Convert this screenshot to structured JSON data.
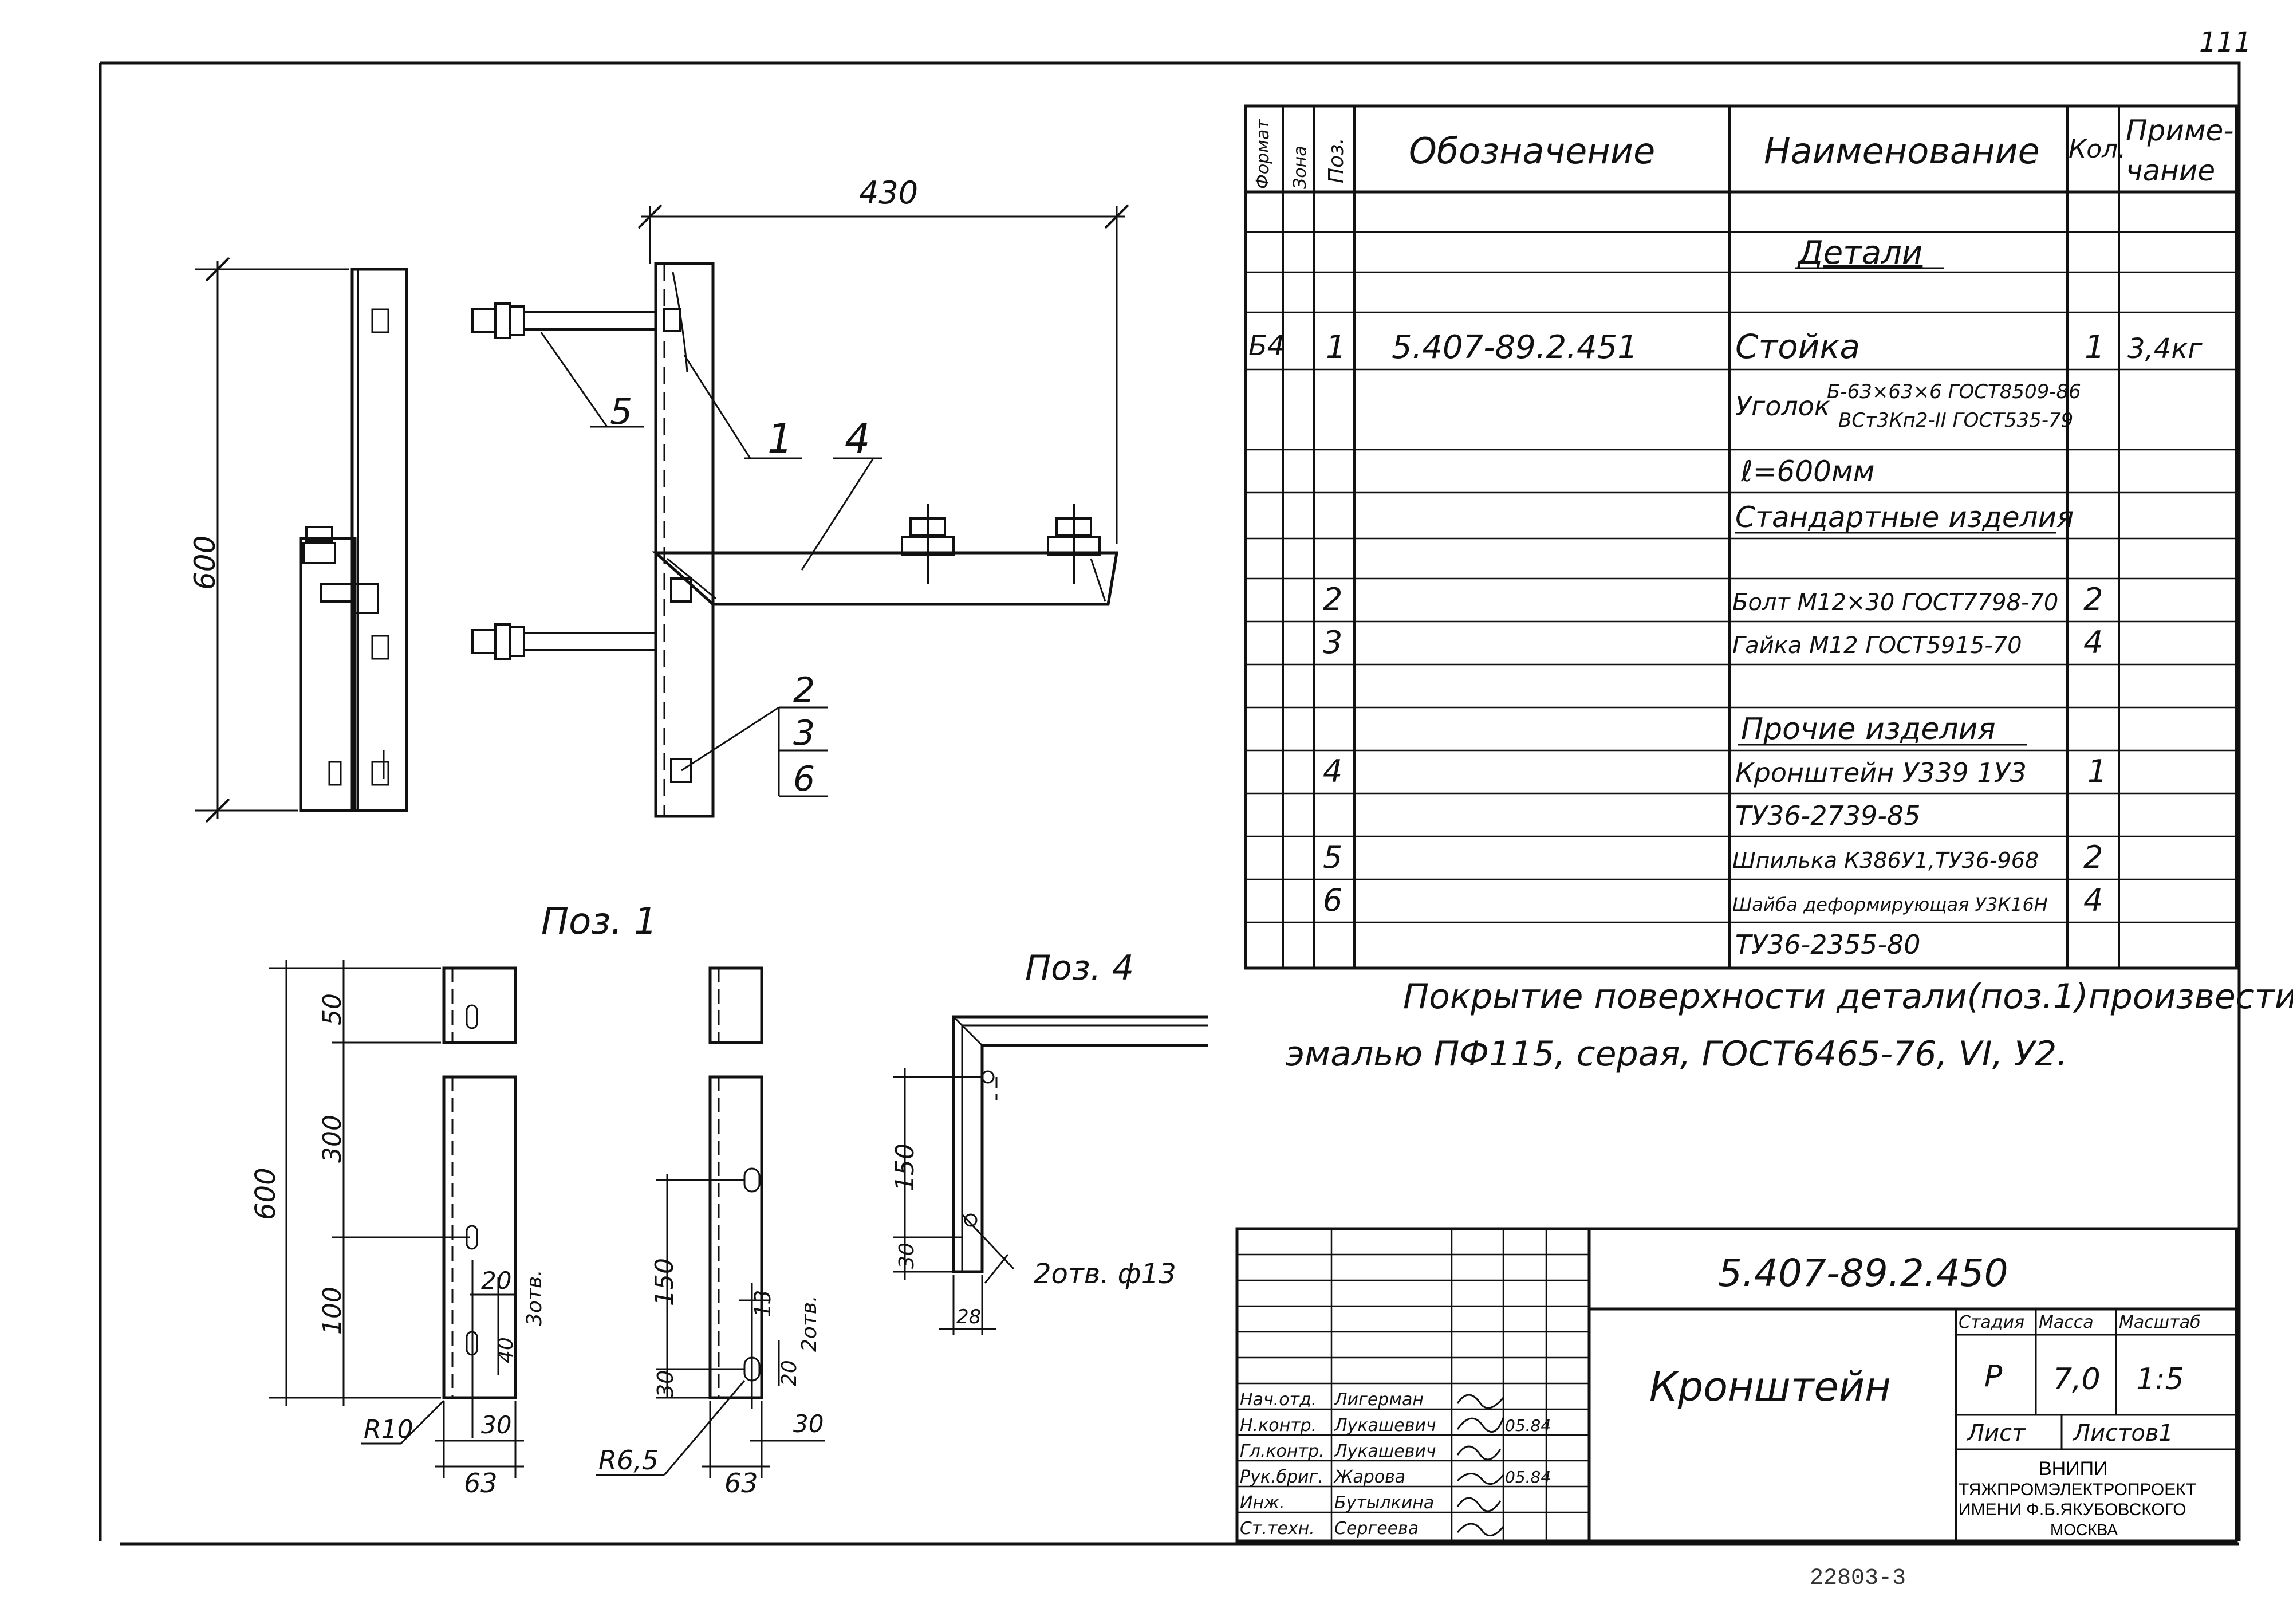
{
  "page_number": "111",
  "dimensions": {
    "overall_width": "430",
    "overall_height": "600",
    "pos1_total": "600",
    "pos1_seg1": "50",
    "pos1_seg2": "300",
    "pos1_seg3": "100",
    "pos1_hole": "20",
    "pos1_hole_note": "3отв.",
    "pos1_pitch": "40",
    "pos1_radius": "R10",
    "pos1_edge": "30",
    "pos1_width": "63",
    "pos1b_seg": "150",
    "pos1b_edge": "30",
    "pos1b_hole": "13",
    "pos1b_pitch": "20",
    "pos1b_hole_note": "2отв.",
    "pos1b_radius": "R6,5",
    "pos1b_width": "63",
    "pos1b_edge2": "30",
    "pos4_seg": "150",
    "pos4_edge": "30",
    "pos4_hole_note": "2отв. ф13",
    "pos4_width": "28"
  },
  "callouts": {
    "c5": "5",
    "c1": "1",
    "c4": "4",
    "c2": "2",
    "c3": "3",
    "c6": "6"
  },
  "view_labels": {
    "pos1": "Поз. 1",
    "pos4": "Поз. 4"
  },
  "spec_table": {
    "headers": {
      "format": "Формат",
      "zone": "Зона",
      "pos": "Поз.",
      "designation": "Обозначение",
      "name": "Наименование",
      "qty": "Кол.",
      "note1": "Приме-",
      "note2": "чание"
    },
    "sections": {
      "details": "Детали",
      "standard": "Стандартные изделия",
      "other": "Прочие изделия"
    },
    "rows": {
      "r1_format": "Б4",
      "r1_pos": "1",
      "r1_designation": "5.407-89.2.451",
      "r1_name": "Стойка",
      "r1_qty": "1",
      "r1_note": "3,4кг",
      "r1b_prefix": "Уголок",
      "r1b_line1": "Б-63×63×6 ГОСТ8509-86",
      "r1b_line2": "ВСт3Кп2-II ГОСТ535-79",
      "r1c": "ℓ=600мм",
      "r2_pos": "2",
      "r2_name": "Болт М12×30 ГОСТ7798-70",
      "r2_qty": "2",
      "r3_pos": "3",
      "r3_name": "Гайка М12 ГОСТ5915-70",
      "r3_qty": "4",
      "r4_pos": "4",
      "r4_name": "Кронштейн У339 1У3",
      "r4_qty": "1",
      "r4b_name": "ТУ36-2739-85",
      "r5_pos": "5",
      "r5_name": "Шпилька К386У1,ТУ36-968",
      "r5_qty": "2",
      "r6_pos": "6",
      "r6_name": "Шайба деформирующая У3К16Н",
      "r6_qty": "4",
      "r6b_name": "ТУ36-2355-80"
    }
  },
  "notes": {
    "line1": "Покрытие поверхности детали(поз.1)произвести",
    "line2": "эмалью ПФ115, серая, ГОСТ6465-76, VI, У2."
  },
  "title_block": {
    "doc_number": "5.407-89.2.450",
    "title": "Кронштейн",
    "stage_label": "Стадия",
    "mass_label": "Масса",
    "scale_label": "Масштаб",
    "stage": "Р",
    "mass": "7,0",
    "scale": "1:5",
    "sheet_label": "Лист",
    "sheets_label": "Листов1",
    "org_line1": "ВНИПИ",
    "org_line2": "ТЯЖПРОМЭЛЕКТРОПРОЕКТ",
    "org_line3": "ИМЕНИ Ф.Б.ЯКУБОВСКОГО",
    "org_line4": "МОСКВА",
    "roles": [
      "Нач.отд.",
      "Н.контр.",
      "Гл.контр.",
      "Рук.бриг.",
      "Инж.",
      "Ст.техн."
    ],
    "names": [
      "Лигерман",
      "Лукашевич",
      "Лукашевич",
      "Жарова",
      "Бутылкина",
      "Сергеева"
    ],
    "dates": [
      "",
      "05.84",
      "",
      "05.84",
      "",
      ""
    ],
    "archive": "22803-3"
  }
}
